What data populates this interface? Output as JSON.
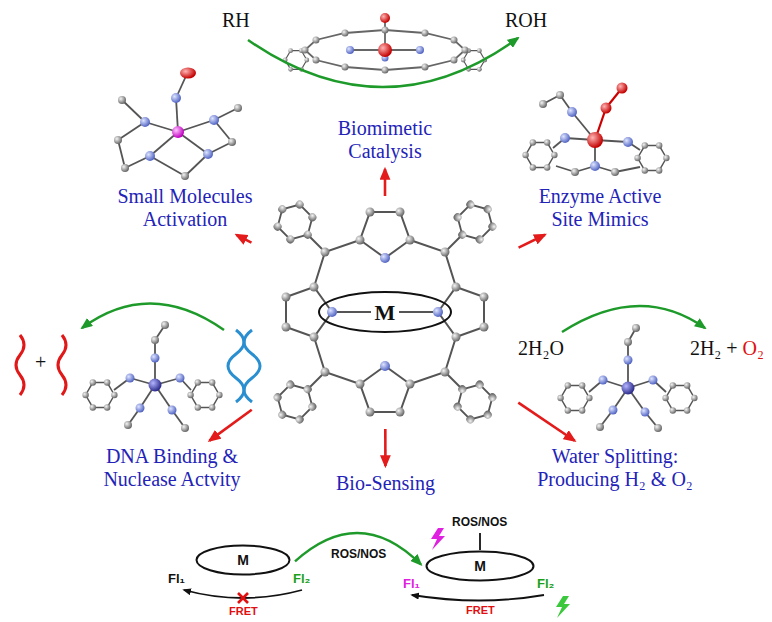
{
  "diagram": {
    "nodes": [
      {
        "text": [
          "Biomimetic Catalysis"
        ]
      },
      {
        "text": [
          "Small Molecules Activation"
        ]
      },
      {
        "text": [
          "Enzyme Active Site Mimics"
        ]
      },
      {
        "text": [
          "M"
        ]
      },
      {
        "text": [
          "DNA Binding & Nuclease Actvity"
        ]
      },
      {
        "text": [
          "Water Splitting: Producing H₂ & O₂"
        ]
      },
      {
        "text": [
          "Bio-Sensing"
        ]
      },
      {
        "text": [
          "M"
        ]
      },
      {
        "text": [
          "M"
        ]
      }
    ],
    "edges": [
      {
        "from": 3,
        "to": 0,
        "arrow": "to"
      },
      {
        "from": 3,
        "to": 1,
        "arrow": "to"
      },
      {
        "from": 3,
        "to": 2,
        "arrow": "to"
      },
      {
        "from": 3,
        "to": 4,
        "arrow": "to"
      },
      {
        "from": 3,
        "to": 5,
        "arrow": "to"
      },
      {
        "from": 3,
        "to": 6,
        "arrow": "to"
      },
      {
        "from": 7,
        "to": 8,
        "label": "ROS/NOS",
        "arrow": "to"
      }
    ],
    "labels": [
      "RH",
      "ROH",
      "2H₂O",
      "2H₂ +",
      "O₂",
      "+",
      "ROS/NOS",
      "Fl₁",
      "Fl₂",
      "FRET",
      "Fl₁",
      "Fl₂",
      "FRET"
    ]
  }
}
